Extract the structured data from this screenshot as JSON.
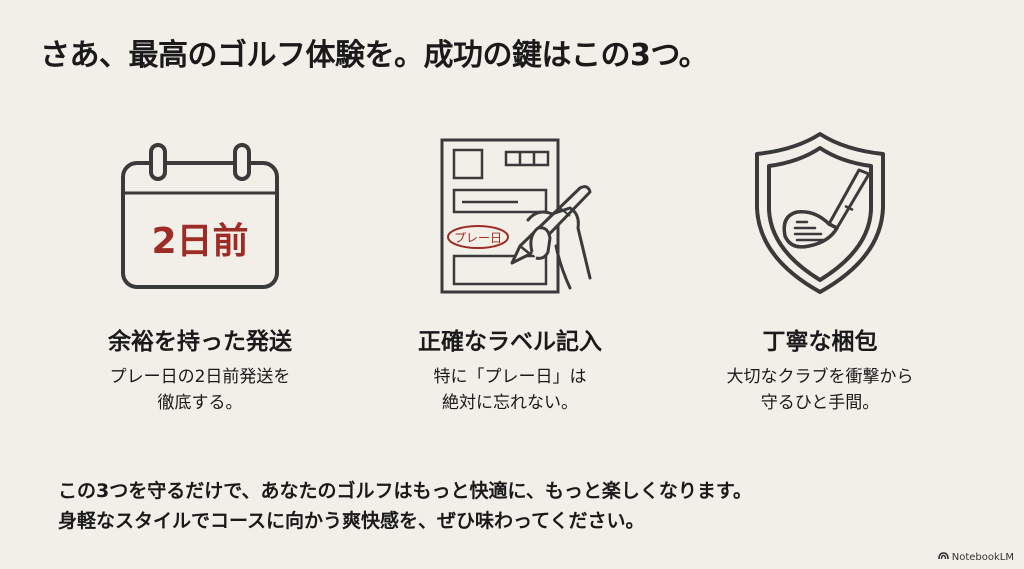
{
  "slide": {
    "title": "さあ、最高のゴルフ体験を。成功の鍵はこの3つ。",
    "background_color": "#f2efe9",
    "accent_color": "#9e2b25",
    "icon_stroke_color": "#3a3a3a"
  },
  "cards": [
    {
      "icon": "calendar-icon",
      "icon_text": "2日前",
      "heading": "余裕を持った発送",
      "description": "プレー日の2日前発送を\n徹底する。"
    },
    {
      "icon": "shipping-label-with-pen-icon",
      "icon_text": "プレー日",
      "heading": "正確なラベル記入",
      "description": "特に「プレー日」は\n絶対に忘れない。"
    },
    {
      "icon": "shield-golf-club-icon",
      "heading": "丁寧な梱包",
      "description": "大切なクラブを衝撃から\n守るひと手間。"
    }
  ],
  "footer": {
    "line1": "この3つを守るだけで、あなたのゴルフはもっと快適に、もっと楽しくなります。",
    "line2": "身軽なスタイルでコースに向かう爽快感を、ぜひ味わってください。"
  },
  "brand": {
    "label": "NotebookLM",
    "icon": "notebooklm-logo-icon"
  }
}
